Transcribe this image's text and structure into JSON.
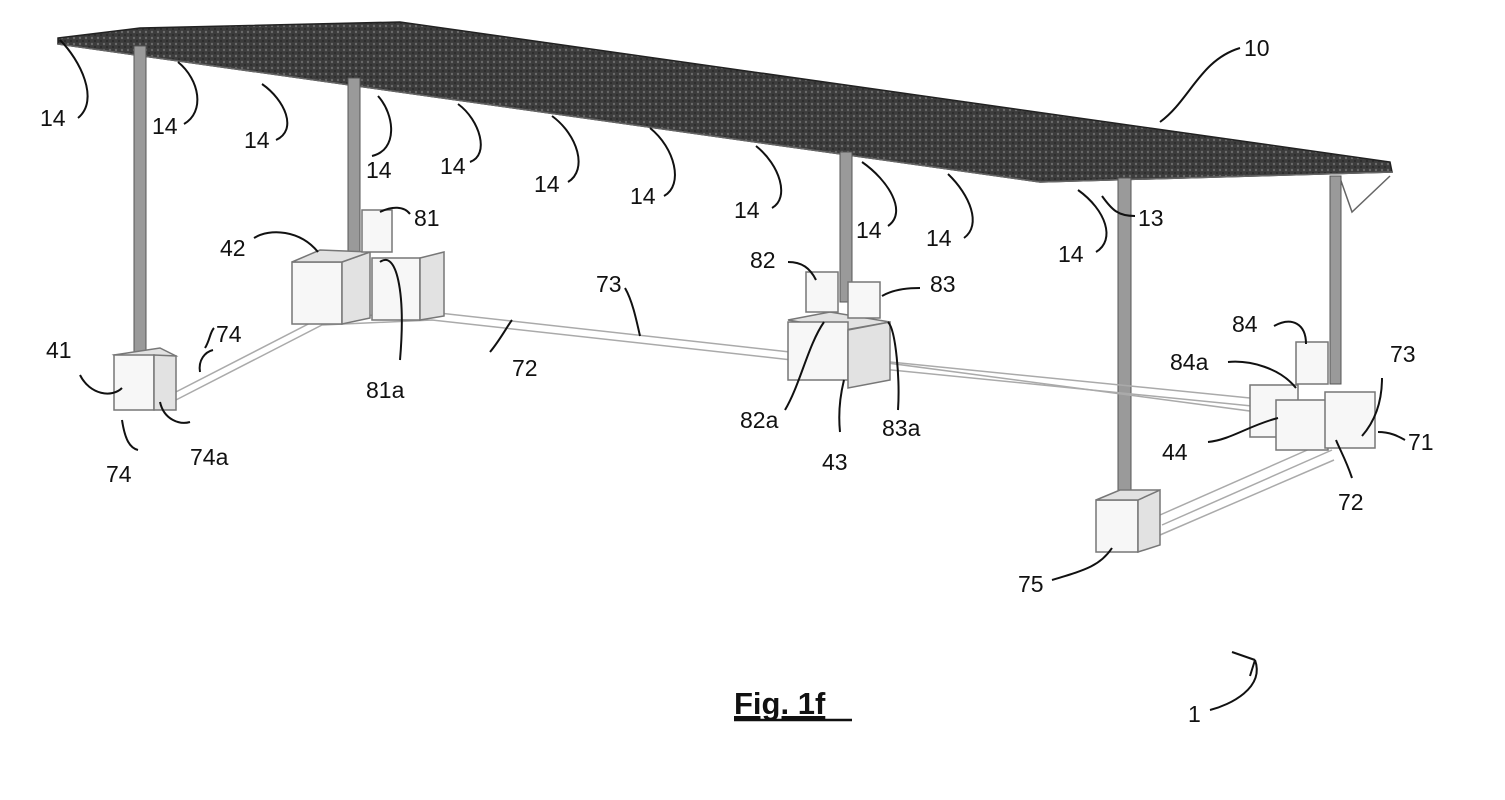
{
  "caption": "Fig. 1f",
  "labels": {
    "l10": "10",
    "l13": "13",
    "l14": "14",
    "l1": "1",
    "l41": "41",
    "l42": "42",
    "l43": "43",
    "l44": "44",
    "l71": "71",
    "l72": "72",
    "l73": "73",
    "l74": "74",
    "l74a": "74a",
    "l75": "75",
    "l81": "81",
    "l81a": "81a",
    "l82": "82",
    "l82a": "82a",
    "l83": "83",
    "l83a": "83a",
    "l84": "84",
    "l84a": "84a"
  },
  "colors": {
    "roof": "#3a3a3a",
    "post": "#9a9a9a",
    "block": "#f7f7f7",
    "line": "#111111"
  }
}
